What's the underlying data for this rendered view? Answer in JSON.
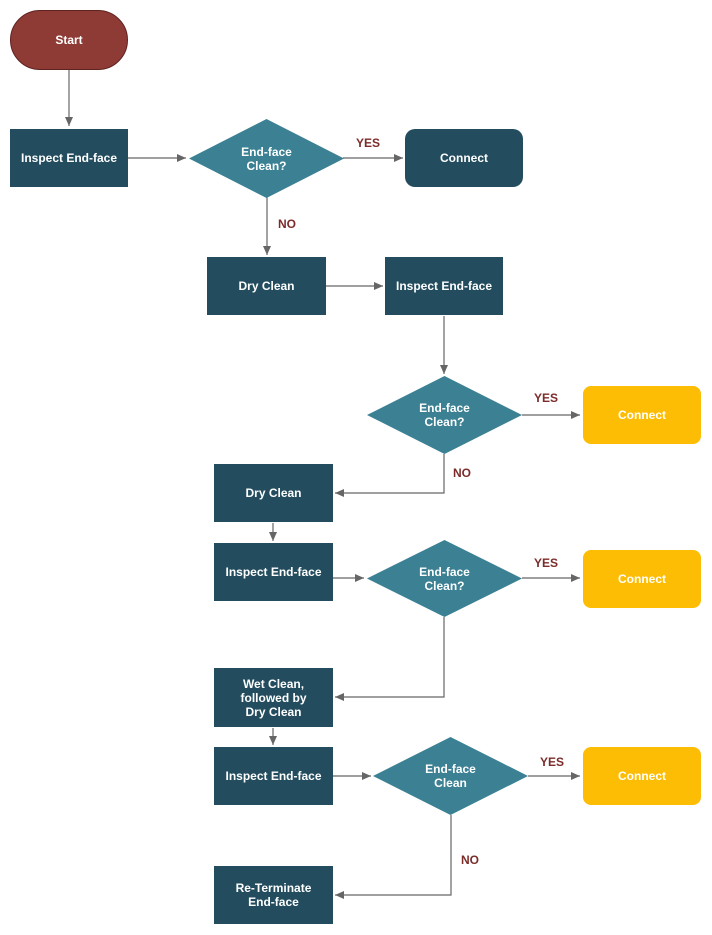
{
  "colors": {
    "start_fill": "#8e3a35",
    "process_fill": "#234d5e",
    "decision_fill": "#3b8093",
    "connect_yellow_fill": "#fcbd04",
    "edge_label": "#7b2c2a",
    "arrow": "#666666"
  },
  "nodes": {
    "start": "Start",
    "inspect_1": "Inspect End-face",
    "decision_1": "End-face\nClean?",
    "connect_1": "Connect",
    "dry_clean_1": "Dry Clean",
    "inspect_2": "Inspect End-face",
    "decision_2": "End-face\nClean?",
    "connect_2": "Connect",
    "dry_clean_2": "Dry Clean",
    "inspect_3": "Inspect End-face",
    "decision_3": "End-face\nClean?",
    "connect_3": "Connect",
    "wet_clean": "Wet Clean,\nfollowed by\nDry Clean",
    "inspect_4": "Inspect End-face",
    "decision_4": "End-face\nClean",
    "connect_4": "Connect",
    "re_terminate": "Re-Terminate\nEnd-face"
  },
  "edge_labels": {
    "yes_1": "YES",
    "no_1": "NO",
    "yes_2": "YES",
    "no_2": "NO",
    "yes_3": "YES",
    "yes_4": "YES",
    "no_4": "NO"
  }
}
